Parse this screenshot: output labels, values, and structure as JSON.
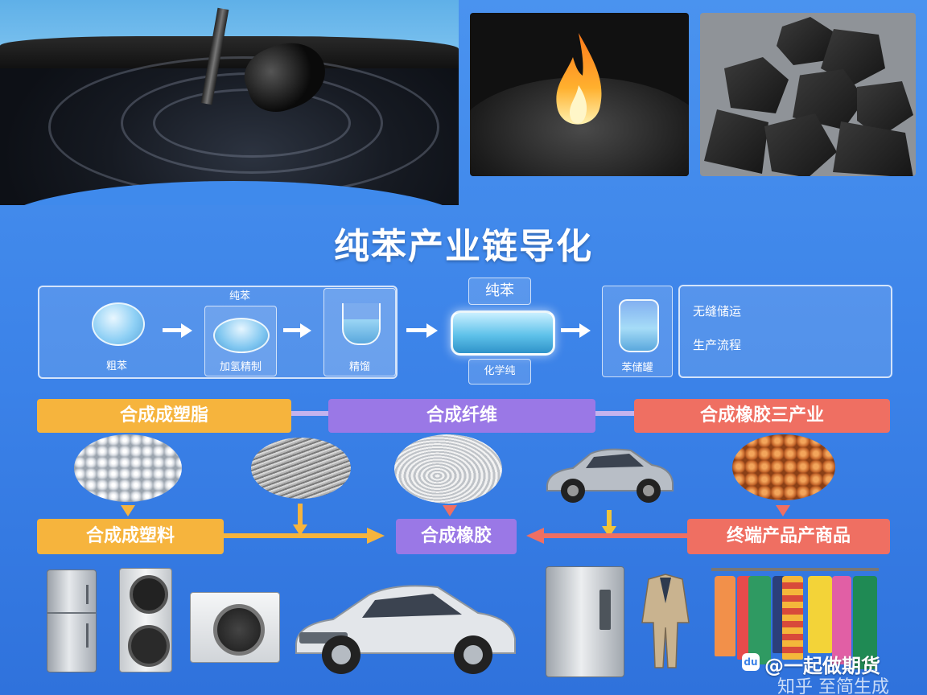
{
  "title": "纯苯产业链导化",
  "process": {
    "top_label": "纯苯",
    "cells": [
      {
        "label": "粗苯"
      },
      {
        "label": "加氢精制"
      },
      {
        "label": "精馏"
      },
      {
        "label": "纯苯",
        "sub_label": "化学纯"
      },
      {
        "label": "苯储罐"
      }
    ],
    "notes": [
      "无缝储运",
      "生产流程"
    ]
  },
  "categories": {
    "plastic": "合成成塑脂",
    "fiber": "合成纤维",
    "rubber_industry": "合成橡胶三产业"
  },
  "lower": {
    "plastic_material": "合成成塑料",
    "rubber": "合成橡胶",
    "consumer": "终端产品产商品"
  },
  "watermark": {
    "brand": "@一起做期货",
    "line2": "知乎 至简生成"
  },
  "colors": {
    "background": "#3b82e8",
    "yellow": "#f6b43d",
    "purple": "#9a78e6",
    "red": "#ef6f62"
  }
}
